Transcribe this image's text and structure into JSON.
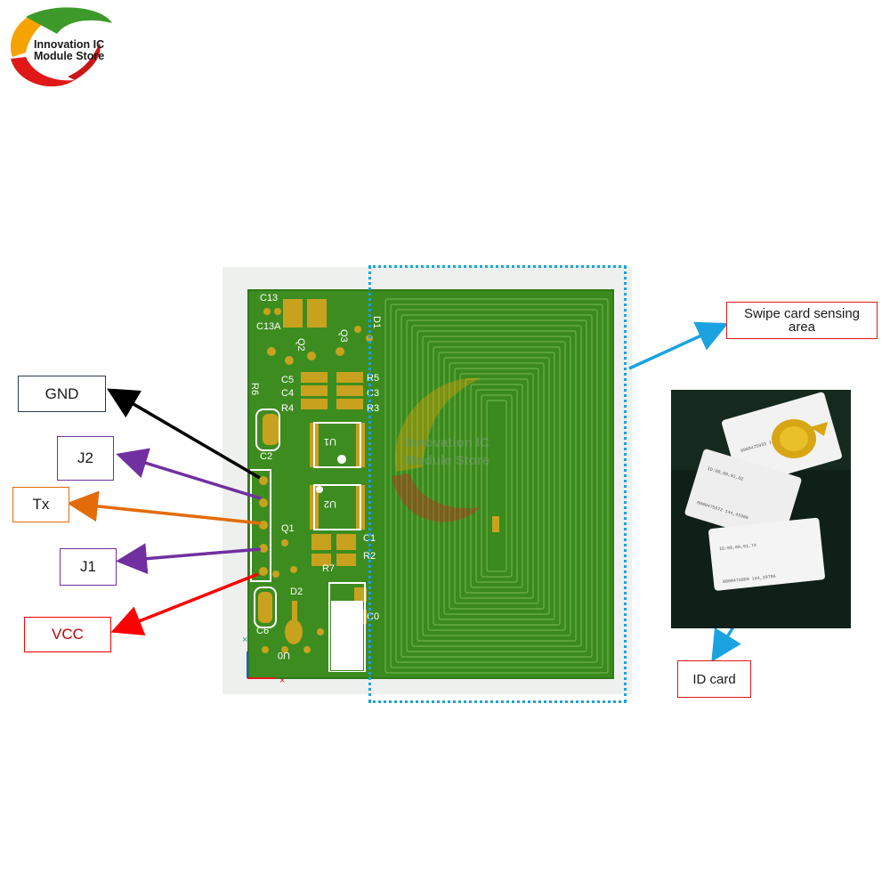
{
  "logo": {
    "line1": "Innovation IC",
    "line2": "Module Store"
  },
  "watermark": {
    "line1": "Innovation IC",
    "line2": "Module Store"
  },
  "labels": {
    "gnd": "GND",
    "j2": "J2",
    "tx": "Tx",
    "j1": "J1",
    "vcc": "VCC",
    "sensing": "Swipe card sensing area",
    "id_card": "ID card"
  },
  "pcb_silkscreen": {
    "c13": "C13",
    "c13a": "C13A",
    "q2": "Q2",
    "q3": "Q3",
    "d1": "D1",
    "r6": "R6",
    "c5": "C5",
    "c4": "C4",
    "r4": "R4",
    "r5": "R5",
    "c3": "C3",
    "r3": "R3",
    "c2": "C2",
    "u1": "U1",
    "u2": "U2",
    "q1": "Q1",
    "c1": "C1",
    "r2": "R2",
    "r7": "R7",
    "d2": "D2",
    "c0": "C0",
    "c6": "C6",
    "u0": "U0"
  },
  "colors": {
    "gnd_arrow": "#000000",
    "j2_arrow": "#7030a0",
    "tx_arrow": "#e36c0a",
    "j1_arrow": "#7030a0",
    "vcc_arrow": "#ff0000",
    "sensing_arrow": "#1aa3e0",
    "pcb_green": "#2e7d16",
    "pad_gold": "#c8a21e"
  }
}
